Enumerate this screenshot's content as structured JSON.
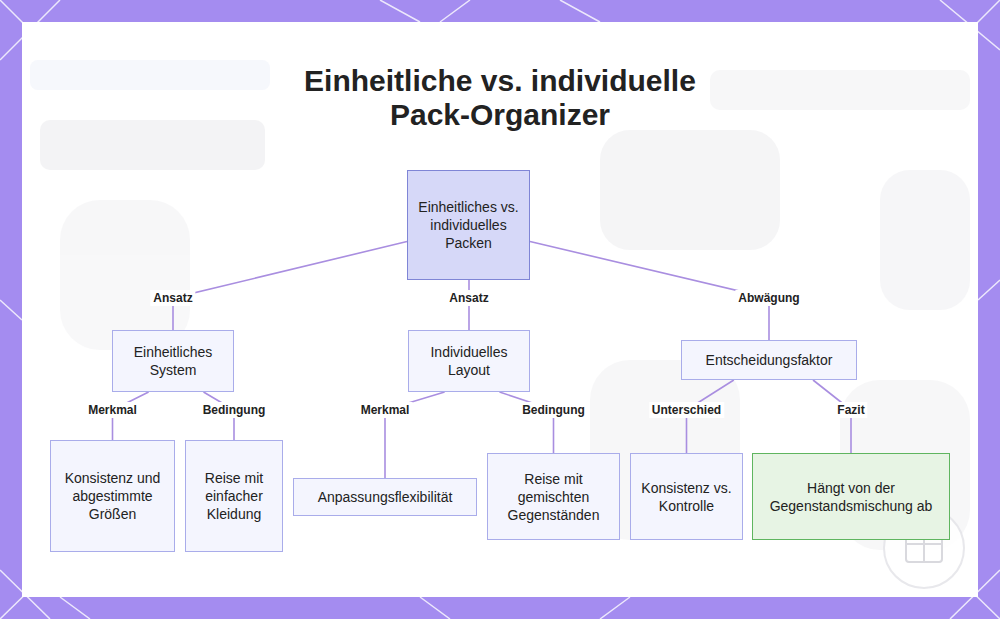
{
  "diagram": {
    "title": "Einheitliche vs. individuelle Pack-Organizer",
    "nodes": [
      {
        "text": [
          "Einheitliches vs. individuelles Packen"
        ]
      },
      {
        "text": [
          "Einheitliches System"
        ]
      },
      {
        "text": [
          "Individuelles Layout"
        ]
      },
      {
        "text": [
          "Entscheidungsfaktor"
        ]
      },
      {
        "text": [
          "Konsistenz und abgestimmte Größen"
        ]
      },
      {
        "text": [
          "Reise mit einfacher Kleidung"
        ]
      },
      {
        "text": [
          "Anpassungsflexibilität"
        ]
      },
      {
        "text": [
          "Reise mit gemischten Gegenständen"
        ]
      },
      {
        "text": [
          "Konsistenz vs. Kontrolle"
        ]
      },
      {
        "text": [
          "Hängt von der Gegenstandsmischung ab"
        ]
      }
    ],
    "edges": [
      {
        "from": 0,
        "to": 1,
        "label": "Ansatz",
        "arrow": "none"
      },
      {
        "from": 0,
        "to": 2,
        "label": "Ansatz",
        "arrow": "none"
      },
      {
        "from": 0,
        "to": 3,
        "label": "Abwägung",
        "arrow": "none"
      },
      {
        "from": 1,
        "to": 4,
        "label": "Merkmal",
        "arrow": "none"
      },
      {
        "from": 1,
        "to": 5,
        "label": "Bedingung",
        "arrow": "none"
      },
      {
        "from": 2,
        "to": 6,
        "label": "Merkmal",
        "arrow": "none"
      },
      {
        "from": 2,
        "to": 7,
        "label": "Bedingung",
        "arrow": "none"
      },
      {
        "from": 3,
        "to": 8,
        "label": "Unterschied",
        "arrow": "none"
      },
      {
        "from": 3,
        "to": 9,
        "label": "Fazit",
        "arrow": "none"
      }
    ]
  }
}
